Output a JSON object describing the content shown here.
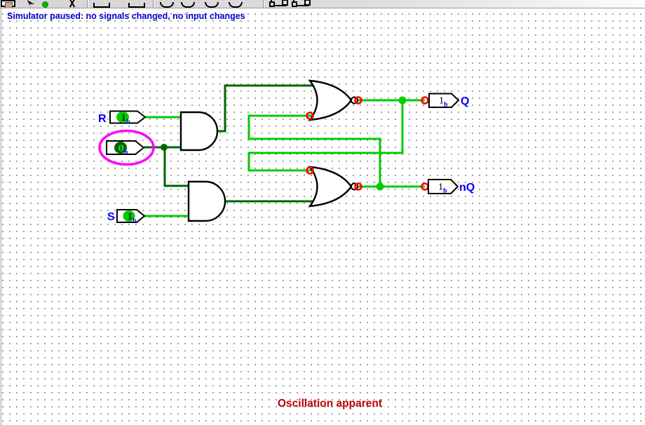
{
  "app": {
    "status_text": "Simulator paused: no signals changed, no input changes",
    "annotation_text": "Oscillation apparent"
  },
  "toolbar": {
    "tools": [
      {
        "name": "grab-tool",
        "selected": true
      },
      {
        "name": "pointer-tool",
        "selected": false
      },
      {
        "name": "probe-tool",
        "selected": false
      },
      {
        "name": "cut-tool",
        "selected": false
      },
      {
        "name": "port-tool-1",
        "selected": false
      },
      {
        "name": "port-tool-2",
        "selected": false
      },
      {
        "name": "gate-tool-1",
        "selected": false
      },
      {
        "name": "gate-tool-2",
        "selected": false
      },
      {
        "name": "gate-tool-3",
        "selected": false
      },
      {
        "name": "gate-tool-4",
        "selected": false
      },
      {
        "name": "module-tool-1",
        "selected": false
      },
      {
        "name": "module-tool-2",
        "selected": false
      }
    ]
  },
  "circuit": {
    "inputs": {
      "r": {
        "label": "R",
        "value": "1",
        "base": "b",
        "state": "high"
      },
      "en": {
        "label": "",
        "value": "0",
        "base": "b",
        "state": "low",
        "highlighted": true
      },
      "s": {
        "label": "S",
        "value": "1",
        "base": "b",
        "state": "high"
      }
    },
    "outputs": {
      "q": {
        "label": "Q",
        "value": "1",
        "base": "b"
      },
      "nq": {
        "label": "nQ",
        "value": "1",
        "base": "b"
      }
    },
    "gates": {
      "and1": "AND",
      "and2": "AND",
      "nor1": "NOR",
      "nor2": "NOR"
    },
    "colors": {
      "wire_high": "#00cc00",
      "wire_low": "#006600",
      "highlight_ellipse": "#ff00ff",
      "port_marker": "#ff0000",
      "status_text": "#0000cc",
      "annotation_text": "#bb0000",
      "pin_label": "#0000ff"
    }
  }
}
